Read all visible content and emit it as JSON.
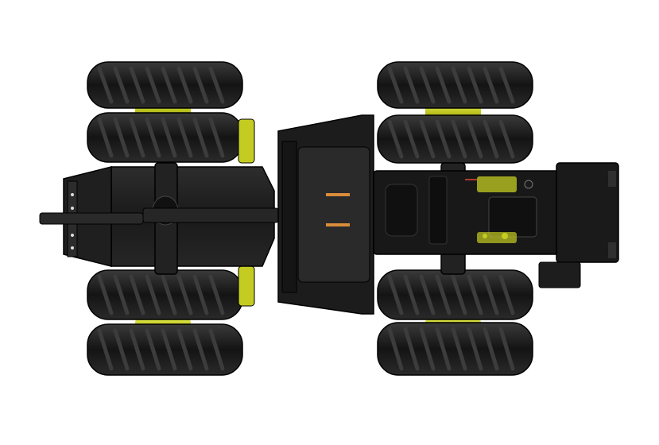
{
  "scene": {
    "background": "#ffffff",
    "colors": {
      "body": "#1b1b1b",
      "body_light": "#2e2e2e",
      "body_dark": "#0d0d0d",
      "tire": "#151515",
      "tread": "#2b2b2b",
      "rim": "#c9d12a",
      "rim_dark": "#8c9213",
      "accent_orange": "#d98c3a"
    },
    "components": [
      "rear-dual-wheels-top",
      "rear-dual-wheels-bottom",
      "front-dual-wheels-top",
      "front-dual-wheels-bottom",
      "three-point-hitch",
      "drawbar",
      "rear-axle-frame",
      "cab",
      "engine-compartment",
      "radiator-grille",
      "front-axle"
    ]
  }
}
